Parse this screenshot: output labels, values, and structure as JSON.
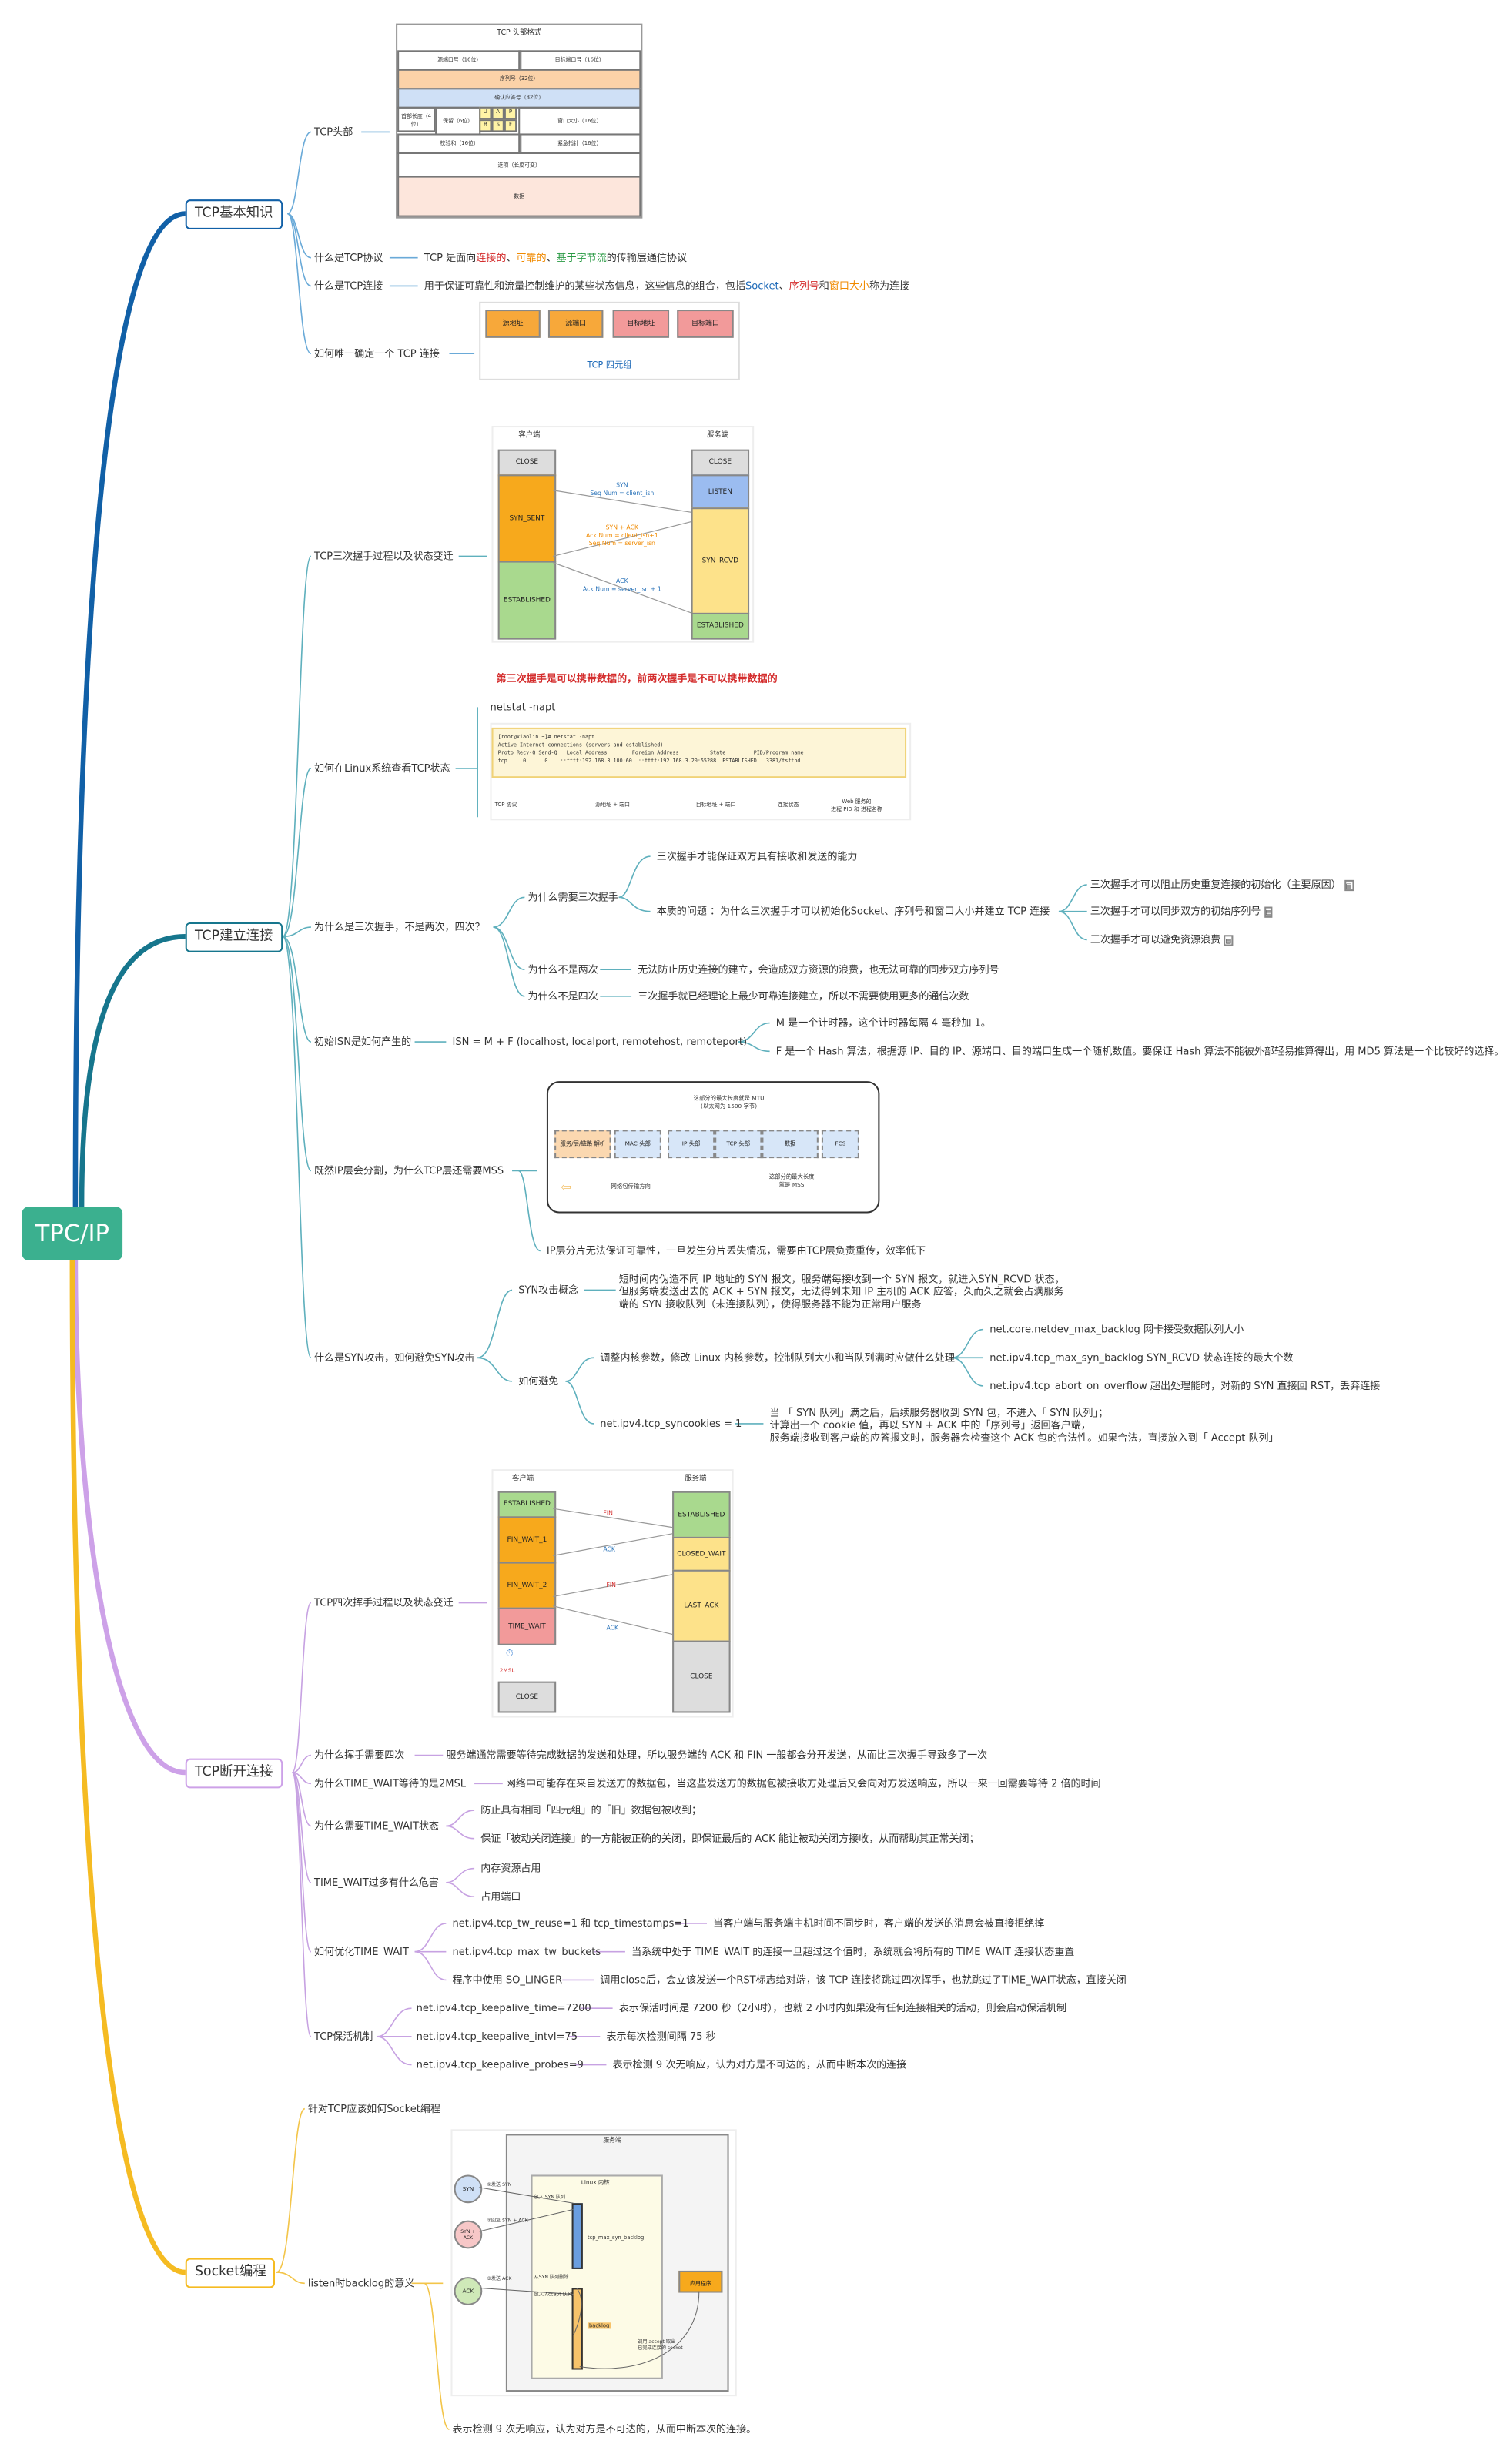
{
  "root": "TPC/IP",
  "topics": {
    "basic": {
      "title": "TCP基本知识",
      "header_label": "TCP头部",
      "protocol_q": "什么是TCP协议",
      "protocol_a": [
        "TCP 是面向",
        "连接的",
        "、",
        "可靠的",
        "、",
        "基于字节流",
        "的传输层通信协议"
      ],
      "conn_q": "什么是TCP连接",
      "conn_a": [
        "用于保证可靠性和流量控制维护的某些状态信息，这些信息的组合，包括",
        "Socket",
        "、",
        "序列号",
        "和",
        "窗口大小",
        "称为连接"
      ],
      "unique_q": "如何唯一确定一个 TCP 连接",
      "tuple": [
        "源地址",
        "源端口",
        "目标地址",
        "目标端口"
      ],
      "tuple_caption": "TCP 四元组",
      "header_fig": {
        "title": "TCP 头部格式",
        "src_port": "源端口号（16位）",
        "dst_port": "目标端口号（16位）",
        "seq": "序列号（32位）",
        "ack": "确认应答号（32位）",
        "offset": "首部长度（4位）",
        "reserved": "保留（6位）",
        "flags": [
          "U",
          "A",
          "P",
          "R",
          "S",
          "F"
        ],
        "window": "窗口大小（16位）",
        "checksum": "校验和（16位）",
        "urgent": "紧急指针（16位）",
        "options": "选项（长度可变）",
        "data": "数据"
      }
    },
    "establish": {
      "title": "TCP建立连接",
      "handshake_label": "TCP三次握手过程以及状态变迁",
      "handshake_fig": {
        "client": "客户端",
        "server": "服务端",
        "c_states": [
          "CLOSE",
          "SYN_SENT",
          "ESTABLISHED"
        ],
        "s_states": [
          "CLOSE",
          "LISTEN",
          "SYN_RCVD",
          "ESTABLISHED"
        ],
        "msg1": [
          "SYN",
          "Seq Num = client_isn"
        ],
        "msg2": [
          "SYN + ACK",
          "Ack Num = client_isn+1",
          "Seq Num = server_isn"
        ],
        "msg3": [
          "ACK",
          "Ack Num = server_isn + 1"
        ]
      },
      "handshake_note": "第三次握手是可以携带数据的，前两次握手是不可以携带数据的",
      "linux_label": "如何在Linux系统查看TCP状态",
      "netstat_cmd": "netstat -napt",
      "netstat_fig": {
        "lines": [
          "[root@xiaolin ~]# netstat -napt",
          "Active Internet connections (servers and established)",
          "Proto Recv-Q Send-Q   Local Address        Foreign Address          State         PID/Program name",
          "tcp     0      0    ::ffff:192.168.3.100:60  ::ffff:192.168.3.20:55288  ESTABLISHED   3381/fsftpd"
        ],
        "captions": [
          "TCP 协议",
          "源地址 + 端口",
          "目标地址 + 端口",
          "连接状态",
          "Web 服务的\n进程 PID 和 进程名称"
        ]
      },
      "why3_label": "为什么是三次握手，不是两次，四次？",
      "why3_need": "为什么需要三次握手",
      "why3_need_a1": "三次握手才能保证双方具有接收和发送的能力",
      "why3_need_a2": "本质的问题 ：为什么三次握手才可以初始化Socket、序列号和窗口大小并建立 TCP 连接",
      "why3_reasons": [
        "三次握手才可以阻止历史重复连接的初始化（主要原因）",
        "三次握手才可以同步双方的初始序列号",
        "三次握手才可以避免资源浪费"
      ],
      "not2": "为什么不是两次",
      "not2_a": "无法防止历史连接的建立，会造成双方资源的浪费，也无法可靠的同步双方序列号",
      "not4": "为什么不是四次",
      "not4_a": "三次握手就已经理论上最少可靠连接建立，所以不需要使用更多的通信次数",
      "isn_label": "初始ISN是如何产生的",
      "isn_formula": "ISN = M + F (localhost, localport, remotehost, remoteport)",
      "isn_m": "M 是一个计时器，这个计时器每隔 4 毫秒加 1。",
      "isn_f": "F 是一个 Hash 算法，根据源 IP、目的 IP、源端口、目的端口生成一个随机数值。要保证 Hash 算法不能被外部轻易推算得出，用 MD5 算法是一个比较好的选择。",
      "mss_label": "既然IP层会分割，为什么TCP层还需要MSS",
      "mss_fig": {
        "mtu": "这部分的最大长度就是 MTU\n(以太网为 1500 字节)",
        "blocks": [
          "服务/层/链路 解析",
          "MAC 头部",
          "IP 头部",
          "TCP 头部",
          "数据",
          "FCS"
        ],
        "mss": "这部分的最大长度\n就是 MSS",
        "dir": "网络包传输方向"
      },
      "mss_a": "IP层分片无法保证可靠性，一旦发生分片丢失情况，需要由TCP层负责重传，效率低下",
      "syn_label": "什么是SYN攻击，如何避免SYN攻击",
      "syn_concept": "SYN攻击概念",
      "syn_concept_a": "短时间内伪造不同 IP 地址的 SYN 报文，服务端每接收到一个 SYN 报文，就进入SYN_RCVD 状态，但服务端发送出去的 ACK + SYN 报文，无法得到未知 IP 主机的 ACK 应答，久而久之就会占满服务端的 SYN 接收队列（未连接队列），使得服务器不能为正常用户服务",
      "syn_avoid": "如何避免",
      "syn_kernel": "调整内核参数，修改 Linux 内核参数，控制队列大小和当队列满时应做什么处理",
      "syn_params": [
        "net.core.netdev_max_backlog 网卡接受数据队列大小",
        "net.ipv4.tcp_max_syn_backlog SYN_RCVD 状态连接的最大个数",
        "net.ipv4.tcp_abort_on_overflow 超出处理能时，对新的 SYN 直接回 RST，丢弃连接"
      ],
      "syn_cookies": "net.ipv4.tcp_syncookies = 1",
      "syn_cookies_a": "当 「 SYN 队列」满之后，后续服务器收到 SYN 包，不进入「 SYN 队列」；\n计算出一个 cookie 值，再以 SYN + ACK 中的「序列号」返回客户端，\n服务端接收到客户端的应答报文时，服务器会检查这个 ACK 包的合法性。如果合法，直接放入到「 Accept 队列」"
    },
    "close": {
      "title": "TCP断开连接",
      "wave_label": "TCP四次挥手过程以及状态变迁",
      "wave_fig": {
        "client": "客户端",
        "server": "服务端",
        "c_states": [
          "ESTABLISHED",
          "FIN_WAIT_1",
          "FIN_WAIT_2",
          "TIME_WAIT",
          "CLOSE"
        ],
        "s_states": [
          "ESTABLISHED",
          "CLOSED_WAIT",
          "LAST_ACK",
          "CLOSE"
        ],
        "msgs": [
          "FIN",
          "ACK",
          "FIN",
          "ACK"
        ],
        "msl": "2MSL"
      },
      "why4_label": "为什么挥手需要四次",
      "why4_a": "服务端通常需要等待完成数据的发送和处理，所以服务端的 ACK 和 FIN 一般都会分开发送，从而比三次握手导致多了一次",
      "tw2msl_label": "为什么TIME_WAIT等待的是2MSL",
      "tw2msl_a": "网络中可能存在来自发送方的数据包，当这些发送方的数据包被接收方处理后又会向对方发送响应，所以一来一回需要等待 2 倍的时间",
      "twneed_label": "为什么需要TIME_WAIT状态",
      "twneed_a1": "防止具有相同「四元组」的「旧」数据包被收到；",
      "twneed_a2": "保证「被动关闭连接」的一方能被正确的关闭，即保证最后的 ACK 能让被动关闭方接收，从而帮助其正常关闭；",
      "twharm_label": "TIME_WAIT过多有什么危害",
      "twharm_a": [
        "内存资源占用",
        "占用端口"
      ],
      "twopt_label": "如何优化TIME_WAIT",
      "twopt_items": [
        {
          "k": "net.ipv4.tcp_tw_reuse=1 和 tcp_timestamps=1",
          "v": "当客户端与服务端主机时间不同步时，客户端的发送的消息会被直接拒绝掉"
        },
        {
          "k": "net.ipv4.tcp_max_tw_buckets",
          "v": "当系统中处于 TIME_WAIT 的连接一旦超过这个值时，系统就会将所有的 TIME_WAIT 连接状态重置"
        },
        {
          "k": "程序中使用 SO_LINGER",
          "v": "调用close后，会立该发送一个RST标志给对端，该 TCP 连接将跳过四次挥手，也就跳过了TIME_WAIT状态，直接关闭"
        }
      ],
      "keep_label": "TCP保活机制",
      "keep_items": [
        {
          "k": "net.ipv4.tcp_keepalive_time=7200",
          "v": "表示保活时间是 7200 秒（2小时），也就 2 小时内如果没有任何连接相关的活动，则会启动保活机制"
        },
        {
          "k": "net.ipv4.tcp_keepalive_intvl=75",
          "v": "表示每次检测间隔 75 秒"
        },
        {
          "k": "net.ipv4.tcp_keepalive_probes=9",
          "v": "表示检测 9 次无响应，认为对方是不可达的，从而中断本次的连接"
        }
      ]
    },
    "socket": {
      "title": "Socket编程",
      "tcp_socket": "针对TCP应该如何Socket编程",
      "backlog_label": "listen时backlog的意义",
      "backlog_fig": {
        "server": "服务端",
        "kernel": "Linux 内核",
        "syn": "SYN",
        "synack": "SYN +\nACK",
        "ack": "ACK",
        "q1": "tcp_max_syn_backlog",
        "q2": "backlog",
        "app": "应用程序",
        "n1": "①发送 SYN",
        "n2": "②回复 SYN + ACK",
        "n3": "③发送 ACK",
        "n4": "放入 SYN 队列",
        "n5": "从SYN 队列删除",
        "n6": "放入 Accept 队列",
        "n7": "调用 accept 取出\n已完成连接的 socket"
      },
      "backlog_a": "表示检测 9 次无响应，认为对方是不可达的，从而中断本次的连接。"
    }
  }
}
